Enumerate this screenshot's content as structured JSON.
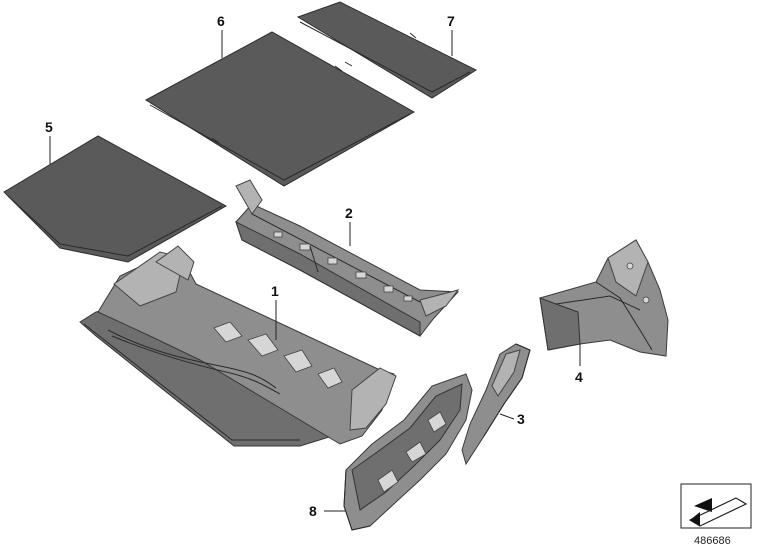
{
  "diagram": {
    "parts": [
      {
        "number": "1"
      },
      {
        "number": "2"
      },
      {
        "number": "3"
      },
      {
        "number": "4"
      },
      {
        "number": "5"
      },
      {
        "number": "6"
      },
      {
        "number": "7"
      },
      {
        "number": "8"
      }
    ],
    "reference_number": "486686",
    "reference_icon": "parts-catalog-arrow-icon"
  }
}
